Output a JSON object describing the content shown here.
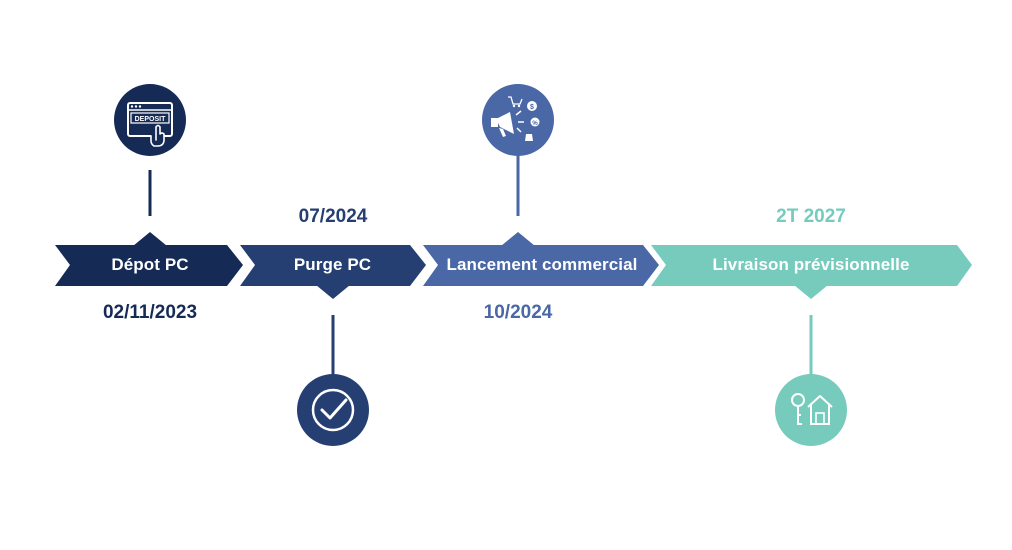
{
  "steps": [
    {
      "label": "Dépot PC",
      "date": "02/11/2023",
      "icon": "deposit-icon",
      "color": "#152a55"
    },
    {
      "label": "Purge PC",
      "date": "07/2024",
      "icon": "checkmark-icon",
      "color": "#263f72"
    },
    {
      "label": "Lancement commercial",
      "date": "10/2024",
      "icon": "megaphone-icon",
      "color": "#4a67a6"
    },
    {
      "label": "Livraison prévisionnelle",
      "date": "2T 2027",
      "icon": "key-house-icon",
      "color": "#76cbbd"
    }
  ],
  "icon_texts": {
    "deposit": "DEPOSIT"
  }
}
